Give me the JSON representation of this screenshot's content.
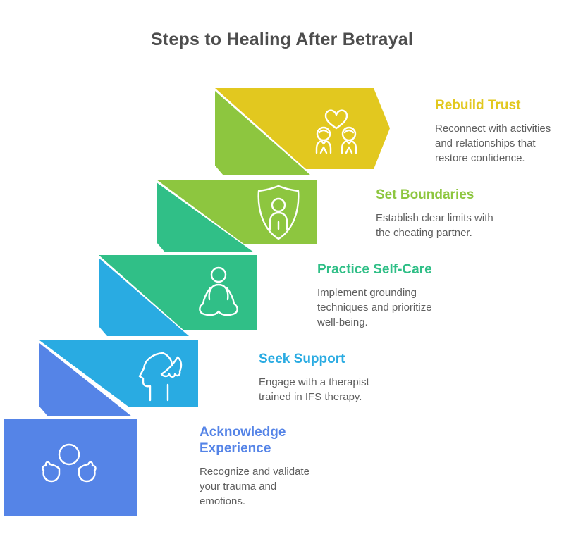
{
  "page": {
    "title": "Steps to Healing After Betrayal",
    "title_color": "#4d4d4d",
    "background_color": "#ffffff",
    "description_text_color": "#5e5e5e"
  },
  "steps": [
    {
      "order": 1,
      "title": "Acknowledge Experience",
      "description": "Recognize and validate your trauma and emotions.",
      "color": "#5584e7",
      "icon": "hands-holding-head-icon"
    },
    {
      "order": 2,
      "title": "Seek Support",
      "description": "Engage with a therapist trained in IFS therapy.",
      "color": "#29abe2",
      "icon": "hand-on-head-icon"
    },
    {
      "order": 3,
      "title": "Practice Self-Care",
      "description": "Implement grounding techniques and prioritize well-being.",
      "color": "#30bf87",
      "icon": "meditation-person-icon"
    },
    {
      "order": 4,
      "title": "Set Boundaries",
      "description": "Establish clear limits with the cheating partner.",
      "color": "#8dc63f",
      "icon": "shield-person-icon"
    },
    {
      "order": 5,
      "title": "Rebuild Trust",
      "description": "Reconnect with activities and relationships that restore confidence.",
      "color": "#e2c81f",
      "icon": "couple-heart-icon"
    }
  ]
}
